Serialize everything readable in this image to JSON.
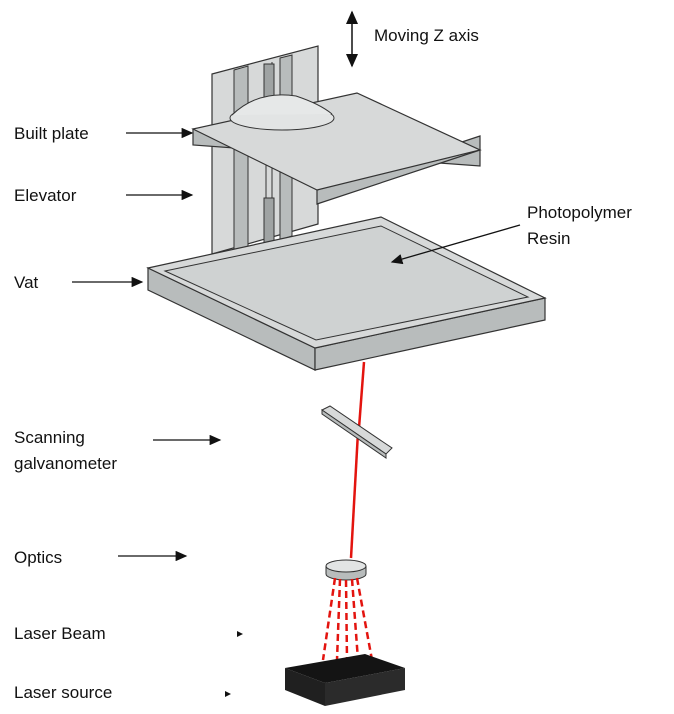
{
  "labels": {
    "moving_z": "Moving Z axis",
    "build_plate": "Built plate",
    "elevator": "Elevator",
    "resin_line1": "Photopolymer",
    "resin_line2": "Resin",
    "vat": "Vat",
    "galvo_line1": "Scanning",
    "galvo_line2": "galvanometer",
    "optics": "Optics",
    "laser_beam": "Laser Beam",
    "laser_source": "Laser source"
  },
  "colors": {
    "part_fill": "#d7d9d9",
    "part_side": "#b8bcbc",
    "outline": "#333333",
    "laser": "#e3140f",
    "source": "#141414"
  }
}
